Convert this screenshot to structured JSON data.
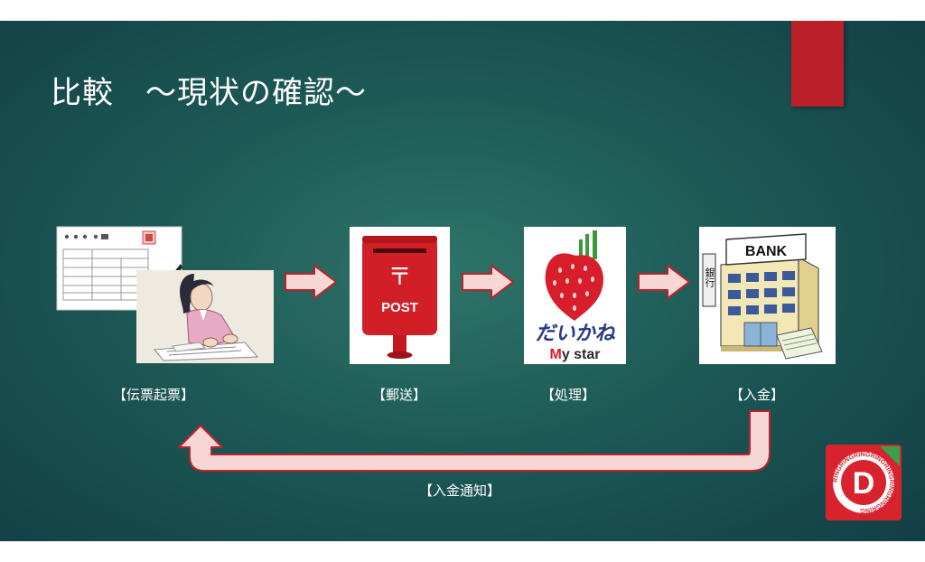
{
  "slide": {
    "title": "比較　～現状の確認～"
  },
  "steps": [
    {
      "label": "【伝票起票】"
    },
    {
      "label": "【郵送】"
    },
    {
      "label": "【処理】"
    },
    {
      "label": "【入金】"
    }
  ],
  "return_flow": {
    "label": "【入金通知】"
  },
  "post_box": {
    "text": "POST",
    "mark": "〒"
  },
  "processor": {
    "name_jp": "だいかね",
    "name_en_m": "M",
    "name_en_rest": "y star"
  },
  "bank": {
    "sign": "BANK",
    "side_sign": "銀行"
  },
  "logo": {
    "ring_text": "RINGRINGRINGRINGRINGRINGRINGRING",
    "letter": "D"
  },
  "colors": {
    "accent_red": "#b9202a",
    "arrow_fill": "#f7d6d6",
    "arrow_stroke": "#c0202a"
  },
  "icons": [
    "document-pen-icon",
    "writing-woman-icon",
    "post-box-icon",
    "strawberry-logo-icon",
    "bank-building-icon",
    "ringring-d-logo"
  ]
}
